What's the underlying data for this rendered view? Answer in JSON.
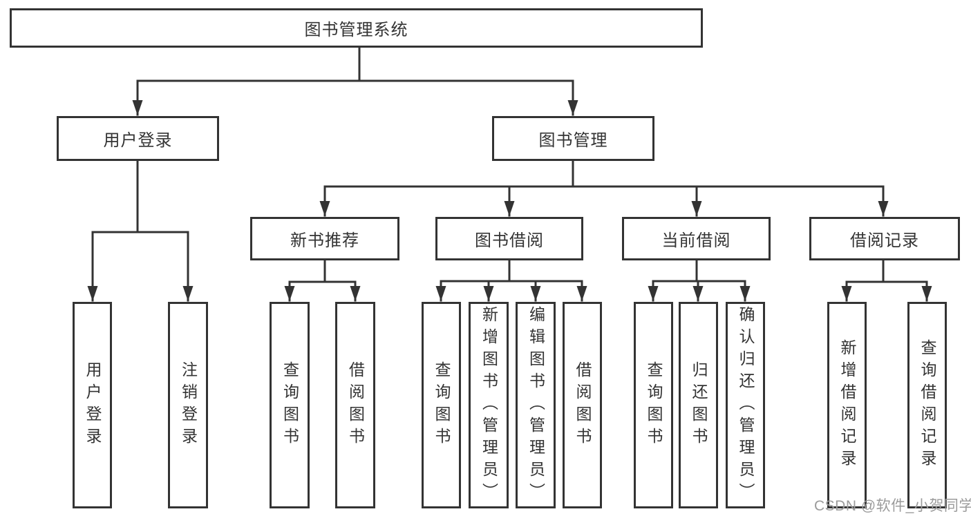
{
  "tree": {
    "root": "图书管理系统",
    "branches": {
      "user_login": "用户登录",
      "book_mgmt": "图书管理"
    },
    "modules": {
      "new_book_rec": "新书推荐",
      "book_borrow": "图书借阅",
      "current_borrow": "当前借阅",
      "borrow_records": "借阅记录"
    },
    "leaves": {
      "user_login": "用户登录",
      "logout": "注销登录",
      "rec_query_book": "查询图书",
      "rec_borrow_book": "借阅图书",
      "borrow_query_book": "查询图书",
      "borrow_add_book": "新增图书（管理员）",
      "borrow_edit_book": "编辑图书（管理员）",
      "borrow_borrow_book": "借阅图书",
      "current_query_book": "查询图书",
      "current_return_book": "归还图书",
      "current_confirm_return": "确认归还（管理员）",
      "records_add_record": "新增借阅记录",
      "records_query_record": "查询借阅记录"
    }
  },
  "watermark": "CSDN @软件_小贺同学",
  "colors": {
    "line": "#333333",
    "box_border": "#333333",
    "text": "#333333",
    "watermark": "#9b9b9b",
    "background": "#ffffff"
  }
}
